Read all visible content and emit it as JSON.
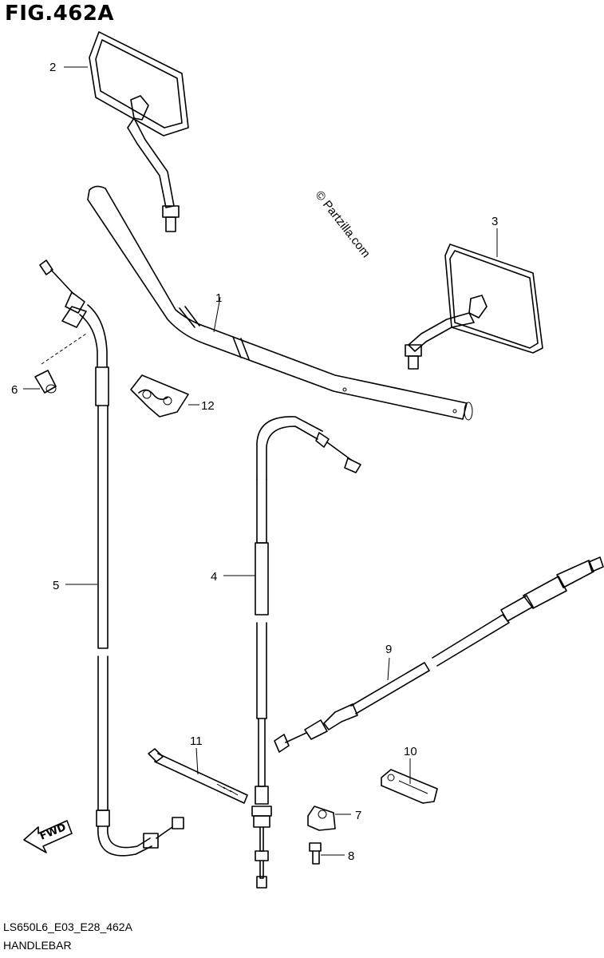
{
  "figure": {
    "title": "FIG.462A",
    "model_code": "LS650L6_E03_E28_462A",
    "section_name": "HANDLEBAR",
    "copyright": "© Partzilla.com",
    "direction_label": "FWD"
  },
  "callouts": [
    "1",
    "2",
    "3",
    "4",
    "5",
    "6",
    "7",
    "8",
    "9",
    "10",
    "11",
    "12"
  ]
}
